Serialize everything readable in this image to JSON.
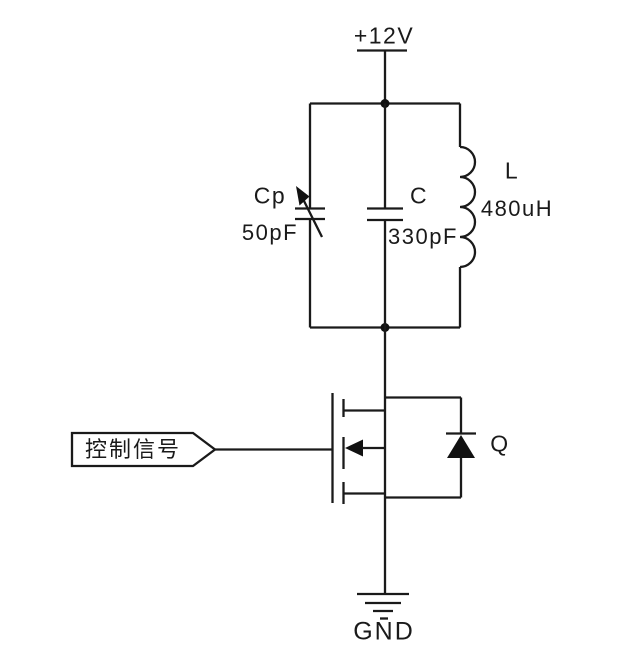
{
  "schematic": {
    "power_label": "+12V",
    "ground_label": "GND",
    "control_signal_label": "控制信号",
    "components": {
      "variable_capacitor": {
        "name": "Cp",
        "value": "50pF"
      },
      "capacitor": {
        "name": "C",
        "value": "330pF"
      },
      "inductor": {
        "name": "L",
        "value": "480uH"
      },
      "mosfet": {
        "name": "Q"
      }
    },
    "colors": {
      "wire": "#1a1a1a",
      "background": "#ffffff",
      "symbol_fill": "#111111"
    }
  }
}
